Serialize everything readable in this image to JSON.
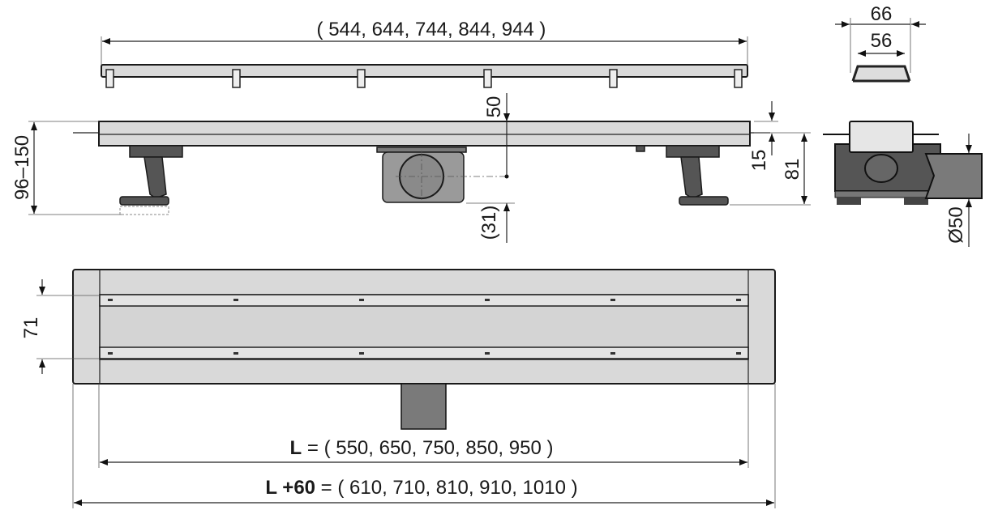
{
  "drawing": {
    "top_view_length": "( 544, 644, 744, 844, 944 )",
    "depth_above_outlet": "50",
    "outlet_offset": "(31)",
    "height_range": "96–150",
    "rim_height": "15",
    "total_height": "81",
    "section_outer_width": "66",
    "section_inner_width": "56",
    "outlet_diameter": "Ø50",
    "grate_width": "71",
    "length_label": "L",
    "length_values": " = ( 550, 650, 750, 850, 950 )",
    "length_plus_label": "L +60",
    "length_plus_values": " = ( 610, 710, 810, 910, 1010 )"
  },
  "colors": {
    "steel": "#d9d9d9",
    "plastic": "#555555",
    "line": "#1a1a1a"
  }
}
